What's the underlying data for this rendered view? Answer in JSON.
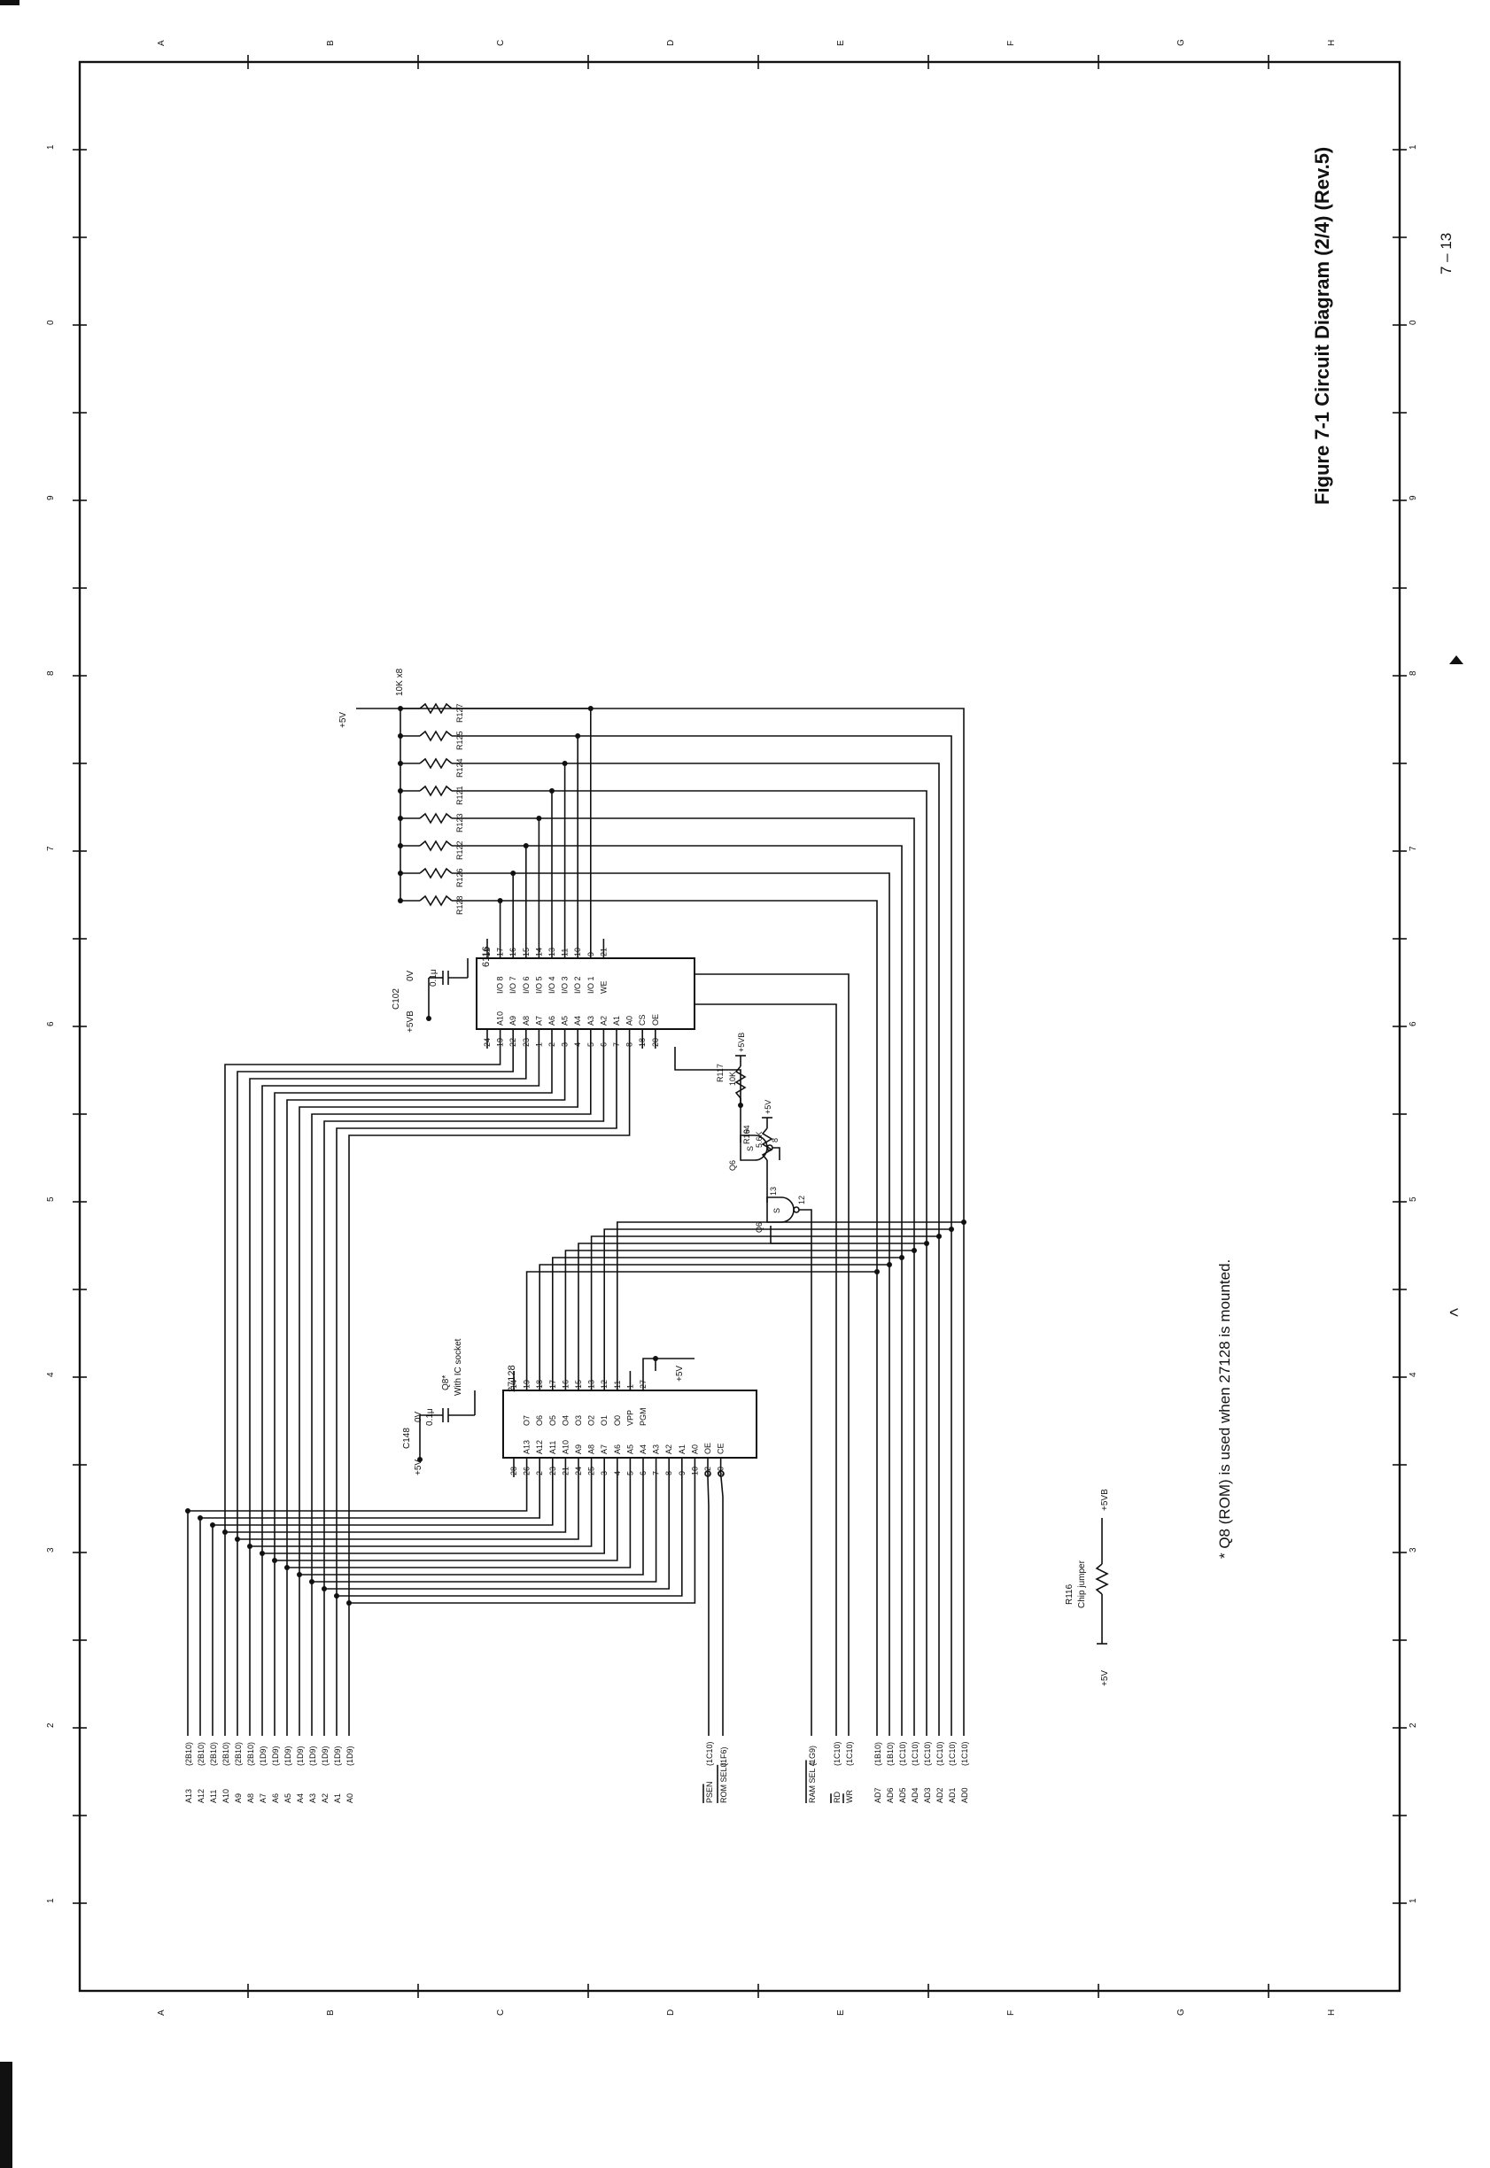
{
  "sheet": {
    "title": "Figure 7-1 Circuit Diagram (2/4) (Rev.5)",
    "page_number": "7 – 13",
    "footnote": "* Q8 (ROM) is used when 27128 is mounted.",
    "column_letters": [
      "A",
      "B",
      "C",
      "D",
      "E",
      "F",
      "G",
      "H"
    ],
    "row_numbers": [
      "1",
      "2",
      "3",
      "4",
      "5",
      "6",
      "7",
      "8",
      "9",
      "0",
      "1"
    ]
  },
  "rom": {
    "part": "27128",
    "label": "Q8*",
    "socket_note": "With IC socket",
    "cap_label": "C148",
    "cap_value": "0.1μ",
    "supply": "+5V",
    "ground": "0V",
    "vpp_supply": "+5V",
    "pins_left": [
      {
        "pin": "28",
        "name": ""
      },
      {
        "pin": "26",
        "name": "A13"
      },
      {
        "pin": "2",
        "name": "A12"
      },
      {
        "pin": "23",
        "name": "A11"
      },
      {
        "pin": "21",
        "name": "A10"
      },
      {
        "pin": "24",
        "name": "A9"
      },
      {
        "pin": "25",
        "name": "A8"
      },
      {
        "pin": "3",
        "name": "A7"
      },
      {
        "pin": "4",
        "name": "A6"
      },
      {
        "pin": "5",
        "name": "A5"
      },
      {
        "pin": "6",
        "name": "A4"
      },
      {
        "pin": "7",
        "name": "A3"
      },
      {
        "pin": "8",
        "name": "A2"
      },
      {
        "pin": "9",
        "name": "A1"
      },
      {
        "pin": "10",
        "name": "A0"
      },
      {
        "pin": "22",
        "name": "OE"
      },
      {
        "pin": "20",
        "name": "CE"
      }
    ],
    "pins_right": [
      {
        "pin": "14",
        "name": ""
      },
      {
        "pin": "19",
        "name": "O7"
      },
      {
        "pin": "18",
        "name": "O6"
      },
      {
        "pin": "17",
        "name": "O5"
      },
      {
        "pin": "16",
        "name": "O4"
      },
      {
        "pin": "15",
        "name": "O3"
      },
      {
        "pin": "13",
        "name": "O2"
      },
      {
        "pin": "12",
        "name": "O1"
      },
      {
        "pin": "11",
        "name": "O0"
      },
      {
        "pin": "1",
        "name": "VPP"
      },
      {
        "pin": "27",
        "name": "PGM"
      }
    ]
  },
  "ram": {
    "part": "6116",
    "cap_label": "C102",
    "cap_value": "0.1μ",
    "supply": "+5VB",
    "ground": "0V",
    "pins_left": [
      {
        "pin": "24",
        "name": ""
      },
      {
        "pin": "19",
        "name": "A10"
      },
      {
        "pin": "22",
        "name": "A9"
      },
      {
        "pin": "23",
        "name": "A8"
      },
      {
        "pin": "1",
        "name": "A7"
      },
      {
        "pin": "2",
        "name": "A6"
      },
      {
        "pin": "3",
        "name": "A5"
      },
      {
        "pin": "4",
        "name": "A4"
      },
      {
        "pin": "5",
        "name": "A3"
      },
      {
        "pin": "6",
        "name": "A2"
      },
      {
        "pin": "7",
        "name": "A1"
      },
      {
        "pin": "8",
        "name": "A0"
      },
      {
        "pin": "18",
        "name": "CS"
      },
      {
        "pin": "20",
        "name": "OE"
      }
    ],
    "pins_right": [
      {
        "pin": "12",
        "name": ""
      },
      {
        "pin": "17",
        "name": "I/O 8"
      },
      {
        "pin": "16",
        "name": "I/O 7"
      },
      {
        "pin": "15",
        "name": "I/O 6"
      },
      {
        "pin": "14",
        "name": "I/O 5"
      },
      {
        "pin": "13",
        "name": "I/O 4"
      },
      {
        "pin": "11",
        "name": "I/O 3"
      },
      {
        "pin": "10",
        "name": "I/O 2"
      },
      {
        "pin": "9",
        "name": "I/O 1"
      },
      {
        "pin": "21",
        "name": "WE"
      }
    ]
  },
  "pullups": {
    "supply": "+5V",
    "array_label": "10K x8",
    "resistors": [
      "R127",
      "R125",
      "R124",
      "R121",
      "R123",
      "R122",
      "R126",
      "R128"
    ]
  },
  "gates": [
    {
      "ref": "Q6",
      "pin_in": "9",
      "pin_out": "8",
      "mark": "S",
      "resistor": "R117",
      "value": "10K",
      "supply": "+5VB"
    },
    {
      "ref": "Q6",
      "pin_in": "13",
      "pin_out": "12",
      "mark": "S",
      "resistor": "R164",
      "value": "5.6K",
      "supply": "+5V"
    }
  ],
  "jumper": {
    "ref": "R116",
    "desc": "Chip jumper",
    "left": "+5V",
    "right": "+5VB"
  },
  "connectors": {
    "address": [
      {
        "sig": "A13",
        "ref": "(2B10)"
      },
      {
        "sig": "A12",
        "ref": "(2B10)"
      },
      {
        "sig": "A11",
        "ref": "(2B10)"
      },
      {
        "sig": "A10",
        "ref": "(2B10)"
      },
      {
        "sig": "A9",
        "ref": "(2B10)"
      },
      {
        "sig": "A8",
        "ref": "(2B10)"
      },
      {
        "sig": "A7",
        "ref": "(1D9)"
      },
      {
        "sig": "A6",
        "ref": "(1D9)"
      },
      {
        "sig": "A5",
        "ref": "(1D9)"
      },
      {
        "sig": "A4",
        "ref": "(1D9)"
      },
      {
        "sig": "A3",
        "ref": "(1D9)"
      },
      {
        "sig": "A2",
        "ref": "(1D9)"
      },
      {
        "sig": "A1",
        "ref": "(1D9)"
      },
      {
        "sig": "A0",
        "ref": "(1D9)"
      }
    ],
    "control": [
      {
        "sig": "PSEN",
        "ref": "(1C10)"
      },
      {
        "sig": "ROM SEL0",
        "ref": "(1F6)"
      },
      {
        "sig": "RAM SEL 4",
        "ref": "(1G9)"
      },
      {
        "sig": "RD",
        "ref": "(1C10)"
      },
      {
        "sig": "WR",
        "ref": "(1C10)"
      }
    ],
    "data": [
      {
        "sig": "AD7",
        "ref": "(1B10)"
      },
      {
        "sig": "AD6",
        "ref": "(1B10)"
      },
      {
        "sig": "AD5",
        "ref": "(1C10)"
      },
      {
        "sig": "AD4",
        "ref": "(1C10)"
      },
      {
        "sig": "AD3",
        "ref": "(1C10)"
      },
      {
        "sig": "AD2",
        "ref": "(1C10)"
      },
      {
        "sig": "AD1",
        "ref": "(1C10)"
      },
      {
        "sig": "AD0",
        "ref": "(1C10)"
      }
    ]
  }
}
